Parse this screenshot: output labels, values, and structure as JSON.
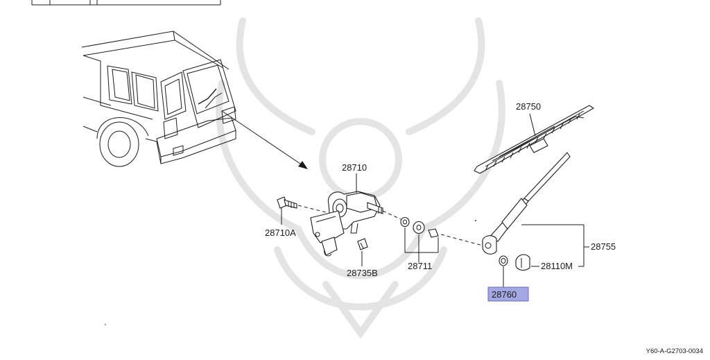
{
  "diagram": {
    "callouts": [
      {
        "id": "c28750",
        "text": "28750"
      },
      {
        "id": "c28710",
        "text": "28710"
      },
      {
        "id": "c28710A",
        "text": "28710A"
      },
      {
        "id": "c28735B",
        "text": "28735B"
      },
      {
        "id": "c28711",
        "text": "28711"
      },
      {
        "id": "c28755",
        "text": "28755"
      },
      {
        "id": "c28110M",
        "text": "28110M"
      },
      {
        "id": "c28760",
        "text": "28760"
      }
    ],
    "highlighted_part": "28760",
    "highlight_color": "#a3a8e2",
    "code": "Y60-A-G2703-0034"
  }
}
